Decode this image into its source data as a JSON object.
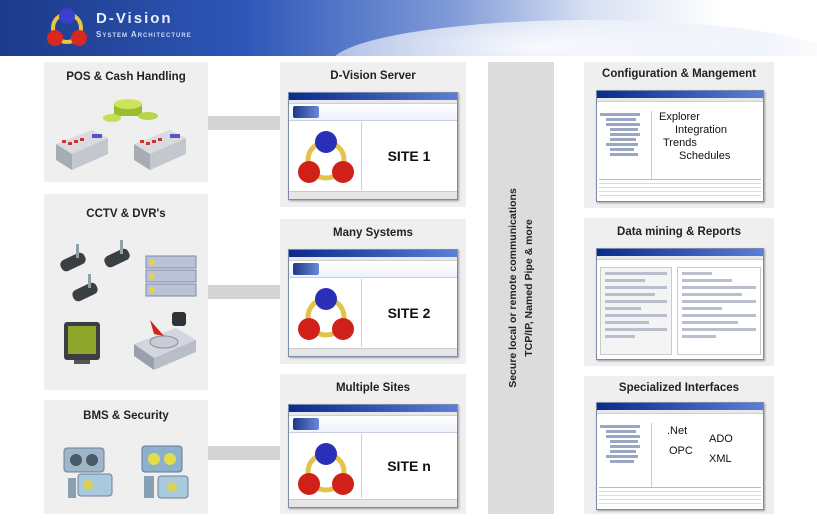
{
  "header": {
    "brand": "D-Vision",
    "subtitle": "System Architecture"
  },
  "left_panels": [
    {
      "title": "POS & Cash Handling"
    },
    {
      "title": "CCTV & DVR's"
    },
    {
      "title": "BMS & Security"
    }
  ],
  "center_panels": [
    {
      "title": "D-Vision Server",
      "site": "SITE 1"
    },
    {
      "title": "Many Systems",
      "site": "SITE 2"
    },
    {
      "title": "Multiple Sites",
      "site": "SITE n"
    }
  ],
  "communications": {
    "line1": "Secure local or remote communications",
    "line2": "TCP/IP, Named Pipe & more"
  },
  "right_panels": [
    {
      "title": "Configuration & Mangement",
      "overlay": [
        "Explorer",
        "Integration",
        "Trends",
        "Schedules"
      ]
    },
    {
      "title": "Data mining & Reports"
    },
    {
      "title": "Specialized Interfaces",
      "overlay": [
        ".Net",
        "ADO",
        "OPC",
        "XML"
      ]
    }
  ],
  "colors": {
    "banner_dark": "#1d3a8a",
    "panel_bg": "#efefef",
    "band_bg": "#dcdcdc",
    "atom_blue": "#2a2fb8",
    "atom_red": "#d0201a",
    "atom_ring": "#e3c34a"
  }
}
